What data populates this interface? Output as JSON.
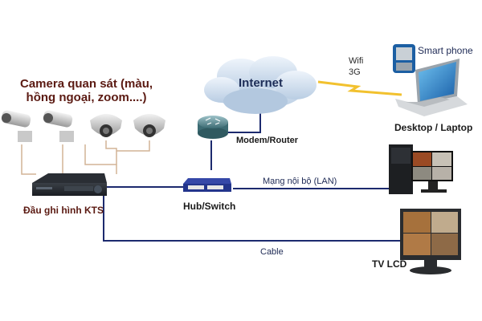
{
  "labels": {
    "camera_line1": "Camera quan sát (màu,",
    "camera_line2": "hồng ngoại, zoom....)",
    "internet": "Internet",
    "wifi_line1": "Wifi",
    "wifi_line2": "3G",
    "smartphone": "Smart phone",
    "desktop_laptop": "Desktop / Laptop",
    "modem_router": "Modem/Router",
    "lan": "Mạng nội bộ (LAN)",
    "dvr": "Đầu ghi hình KTS",
    "hub_switch": "Hub/Switch",
    "cable": "Cable",
    "tv_lcd": "TV LCD"
  },
  "colors": {
    "network_line": "#1c2a6e",
    "camera_cable": "#d2b496",
    "wifi_bolt": "#f2c12e",
    "label_dark_red": "#5b1a12"
  }
}
